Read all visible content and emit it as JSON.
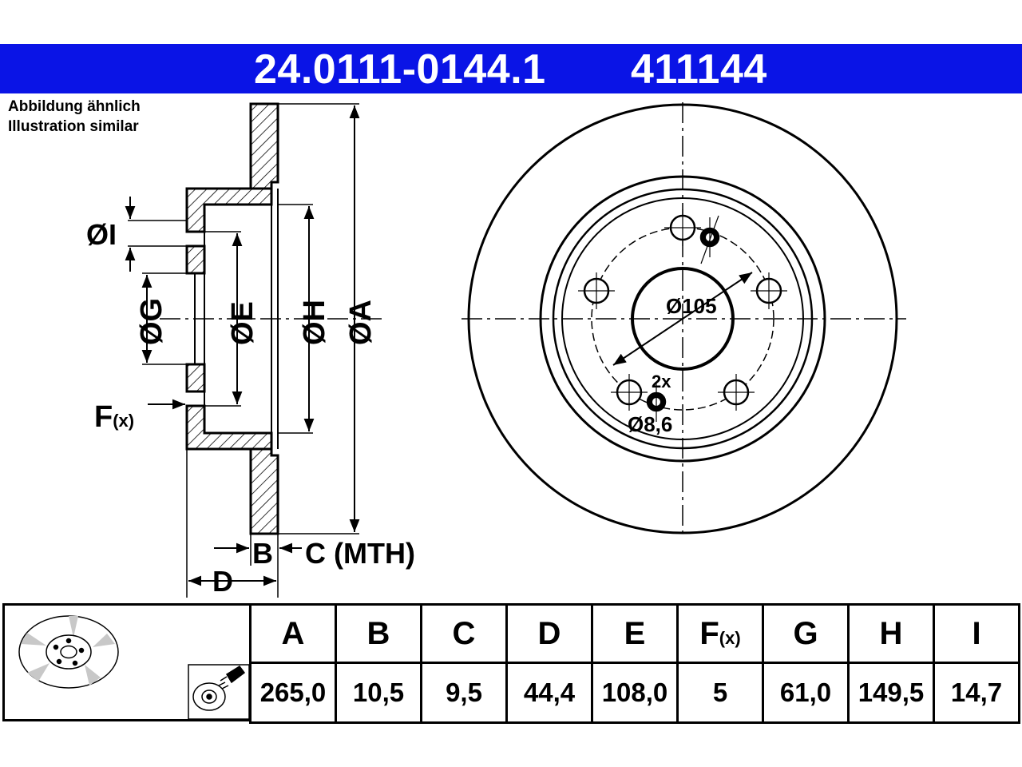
{
  "header": {
    "part_number": "24.0111-0144.1",
    "ref_number": "411144",
    "color": "#0a14e6"
  },
  "notes": {
    "line1": "Abbildung ähnlich",
    "line2": "Illustration similar"
  },
  "section_labels": {
    "I": "ØI",
    "G": "ØG",
    "E": "ØE",
    "H": "ØH",
    "A": "ØA",
    "F": "F",
    "F_sub": "(x)",
    "B": "B",
    "C": "C (MTH)",
    "D": "D"
  },
  "front_labels": {
    "pcd": "Ø105",
    "hole_count": "2x",
    "hole_dia": "Ø8,6"
  },
  "table": {
    "headers": [
      "A",
      "B",
      "C",
      "D",
      "E",
      "F",
      "G",
      "H",
      "I"
    ],
    "f_header_sub": "(x)",
    "values": [
      "265,0",
      "10,5",
      "9,5",
      "44,4",
      "108,0",
      "5",
      "61,0",
      "149,5",
      "14,7"
    ]
  }
}
